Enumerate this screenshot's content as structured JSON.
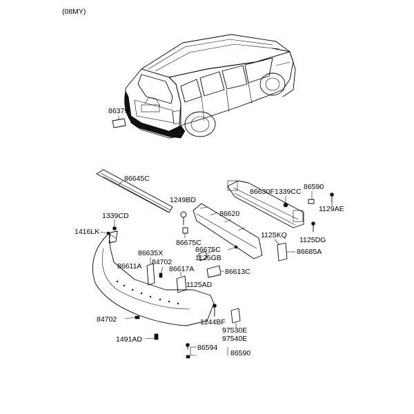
{
  "model_year": "(08MY)",
  "labels": {
    "p86379": "86379",
    "p86645C": "86645C",
    "p1249BD": "1249BD",
    "p86630F": "86630F",
    "p1339CC": "1339CC",
    "p86590_top": "86590",
    "p1129AE": "1129AE",
    "p1339CD": "1339CD",
    "p86620": "86620",
    "p1416LK": "1416LK",
    "p1125KQ": "1125KQ",
    "p1125DG": "1125DG",
    "p86675C_a": "86675C",
    "p86675C_b": "86675C",
    "p1125GB": "1125GB",
    "p86685A": "86685A",
    "p86635X": "86635X",
    "p84702_a": "84702",
    "p86611A": "86611A",
    "p86617A": "86617A",
    "p86613C": "86613C",
    "p1125AD": "1125AD",
    "p84702_b": "84702",
    "p1244BF": "1244BF",
    "p97530E": "97530E",
    "p97540E": "97540E",
    "p1491AD": "1491AD",
    "p86594": "86594",
    "p86590_bottom": "86590"
  }
}
